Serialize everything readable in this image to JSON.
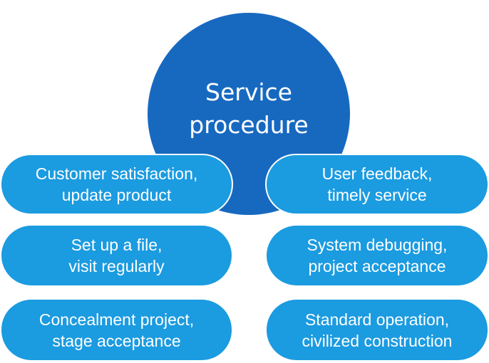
{
  "center": {
    "line1": "Service",
    "line2": "procedure"
  },
  "steps": {
    "left_top": {
      "line1": "Customer satisfaction,",
      "line2": "update product"
    },
    "left_middle": {
      "line1": "Set up a file,",
      "line2": "visit regularly"
    },
    "left_bottom": {
      "line1": "Concealment project,",
      "line2": "stage acceptance"
    },
    "right_top": {
      "line1": "User feedback,",
      "line2": "timely service"
    },
    "right_middle": {
      "line1": "System debugging,",
      "line2": "project acceptance"
    },
    "right_bottom": {
      "line1": "Standard operation,",
      "line2": "civilized construction"
    }
  },
  "colors": {
    "center_fill": "#1769c0",
    "pill_fill": "#1b9be0",
    "text": "#ffffff"
  }
}
